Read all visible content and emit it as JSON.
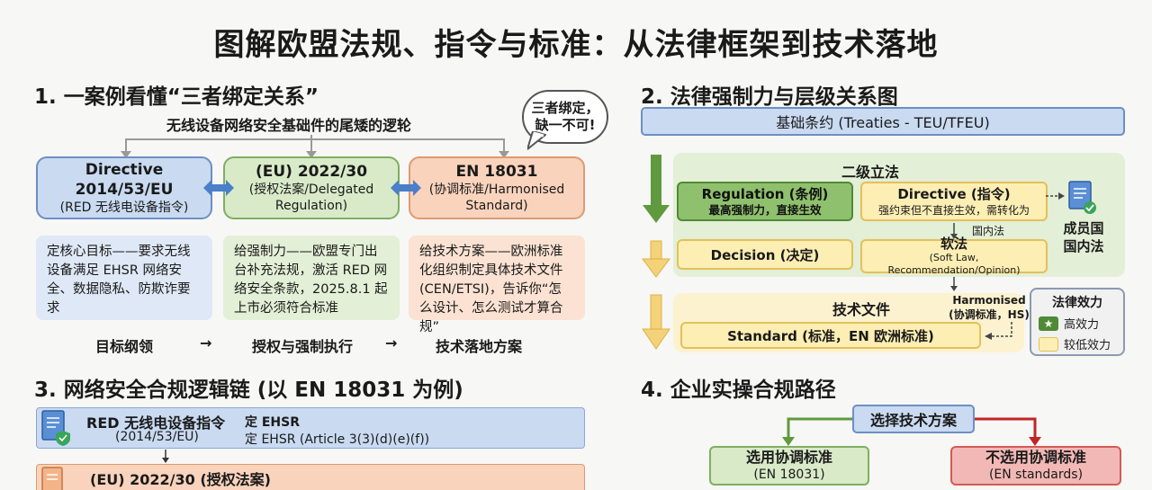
{
  "title": "图解欧盟法规、指令与标准：从法律框架到技术落地",
  "s1": {
    "heading": "1. 一案例看懂“三者绑定关系”",
    "subtitle": "无线设备网络安全基础件的尾矮的逻轮",
    "bubble": "三者绑定，\n缺一不可!",
    "boxes": [
      {
        "title": "Directive 2014/53/EU",
        "sub": "(RED 无线电设备指令)"
      },
      {
        "title": "(EU) 2022/30",
        "sub": "(授权法案/Delegated Regulation)"
      },
      {
        "title": "EN 18031",
        "sub": "(协调标准/Harmonised Standard)"
      }
    ],
    "notes": [
      "定核心目标——要求无线设备满足 EHSR 网络安全、数据隐私、防欺诈要求",
      "给强制力——欧盟专门出台补充法规，激活 RED 网络安全条款，2025.8.1 起上市必须符合标准",
      "给技术方案——欧洲标准化组织制定具体技术文件 (CEN/ETSI)，告诉你“怎么设计、怎么测试才算合规”"
    ],
    "flow": [
      "目标纲领",
      "→",
      "授权与强制执行",
      "→",
      "技术落地方案"
    ]
  },
  "s2": {
    "heading": "2. 法律强制力与层级关系图",
    "treaty": "基础条约 (Treaties - TEU/TFEU)",
    "secondary": "二级立法",
    "regulation": {
      "title": "Regulation (条例)",
      "sub": "最高强制力，直接生效"
    },
    "directive": {
      "title": "Directive (指令)",
      "sub": "强约束但不直接生效，需转化为"
    },
    "national_law_small": "国内法",
    "member_state": "成员国\n国内法",
    "decision": "Decision (决定)",
    "softlaw": {
      "title": "软法",
      "sub": "(Soft Law, Recommendation/Opinion)"
    },
    "techdocs": "技术文件",
    "harmonised": "Harmonised\n(协调标准，HS)",
    "standard": "Standard (标准，EN 欧洲标准)",
    "legend": {
      "title": "法律效力",
      "high": "高效力",
      "low": "较低效力"
    }
  },
  "s3": {
    "heading": "3. 网络安全合规逻辑链 (以 EN 18031 为例)",
    "row1": {
      "title": "RED 无线电设备指令",
      "sub": "(2014/53/EU)",
      "r1": "定 EHSR",
      "r2": "定 EHSR (Article 3(3)(d)(e)(f))"
    },
    "row2": {
      "title": "(EU) 2022/30 (授权法案)"
    }
  },
  "s4": {
    "heading": "4. 企业实操合规路径",
    "choose": "选择技术方案",
    "left": {
      "title": "选用协调标准",
      "sub": "(EN 18031)"
    },
    "right": {
      "title": "不选用协调标准",
      "sub": "(EN standards)"
    }
  },
  "colors": {
    "blue": "#c9daf1",
    "green": "#d8eac8",
    "orange": "#f9d3bc",
    "dark_green": "#8fc06d",
    "yellow": "#fdeeb4",
    "red": "#f2b8b5"
  }
}
